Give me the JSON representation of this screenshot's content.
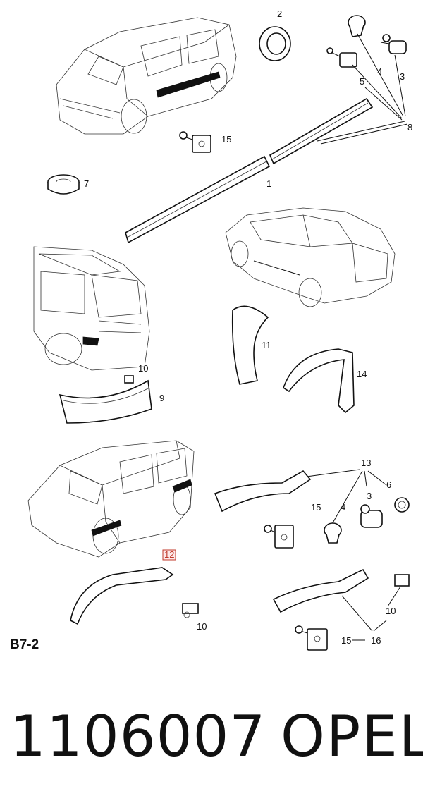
{
  "diagram": {
    "page_code": "B7-2",
    "callouts": {
      "c1": "1",
      "c2": "2",
      "c3a": "3",
      "c3b": "3",
      "c4a": "4",
      "c4b": "4",
      "c5": "5",
      "c6": "6",
      "c7": "7",
      "c8": "8",
      "c9": "9",
      "c10a": "10",
      "c10b": "10",
      "c10c": "10",
      "c11": "11",
      "c12": "12",
      "c13": "13",
      "c14": "14",
      "c15a": "15",
      "c15b": "15",
      "c15c": "15",
      "c16": "16"
    },
    "highlight_color": "#c0392b"
  },
  "footer": {
    "part_number": "1106007",
    "brand": "OPEL"
  }
}
